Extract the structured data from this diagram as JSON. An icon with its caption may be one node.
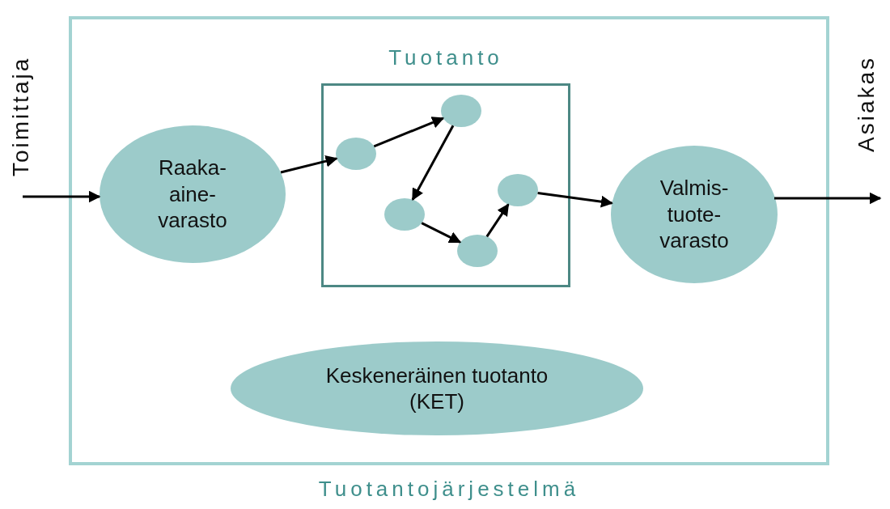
{
  "diagram": {
    "nodes": [
      {
        "text": [
          "Tuotantojärjestelmä"
        ]
      },
      {
        "text": [
          "Raaka- aine- varasto"
        ],
        "in": 0
      },
      {
        "text": [
          "Tuotanto"
        ],
        "in": 0
      },
      {
        "text": [],
        "shape": "circle",
        "in": 2
      },
      {
        "text": [],
        "shape": "circle",
        "in": 2
      },
      {
        "text": [],
        "shape": "circle",
        "in": 2
      },
      {
        "text": [],
        "shape": "circle",
        "in": 2
      },
      {
        "text": [],
        "shape": "circle",
        "in": 2
      },
      {
        "text": [
          "Valmis- tuote- varasto"
        ],
        "in": 0
      },
      {
        "text": [
          "Keskeneräinen tuotanto (KET)"
        ],
        "in": 0
      }
    ],
    "edges": [
      {
        "from": null,
        "to": 1,
        "arrow": "to"
      },
      {
        "from": 1,
        "to": 3,
        "arrow": "to"
      },
      {
        "from": 3,
        "to": 4,
        "arrow": "to"
      },
      {
        "from": 4,
        "to": 5,
        "arrow": "to"
      },
      {
        "from": 5,
        "to": 6,
        "arrow": "to"
      },
      {
        "from": 6,
        "to": 7,
        "arrow": "to"
      },
      {
        "from": 7,
        "to": 8,
        "arrow": "to"
      },
      {
        "from": 8,
        "to": null,
        "arrow": "to"
      }
    ],
    "labels": [
      "Toimittaja",
      "Asiakas"
    ]
  }
}
